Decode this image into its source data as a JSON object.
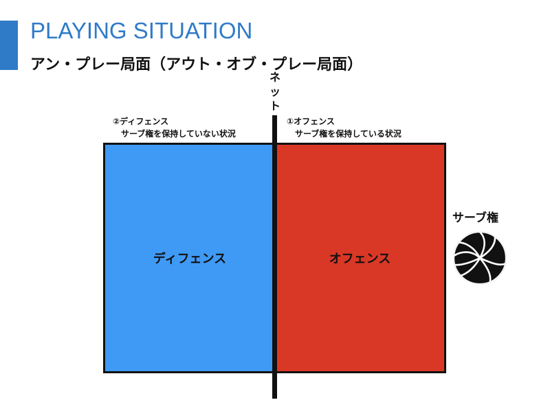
{
  "header": {
    "title": "PLAYING SITUATION",
    "subtitle": "アン・プレー局面（アウト・オブ・プレー局面）"
  },
  "net": {
    "label": "ネット"
  },
  "defense": {
    "top_label_line1": "②ディフェンス",
    "top_label_line2": "サーブ権を保持していない状況",
    "court_label": "ディフェンス",
    "color": "#3f9af5"
  },
  "offense": {
    "top_label_line1": "①オフェンス",
    "top_label_line2": "サーブ権を保持している状況",
    "court_label": "オフェンス",
    "color": "#da3826"
  },
  "serve": {
    "label": "サーブ権",
    "icon": "volleyball-icon"
  },
  "colors": {
    "accent": "#2f7bc8"
  }
}
